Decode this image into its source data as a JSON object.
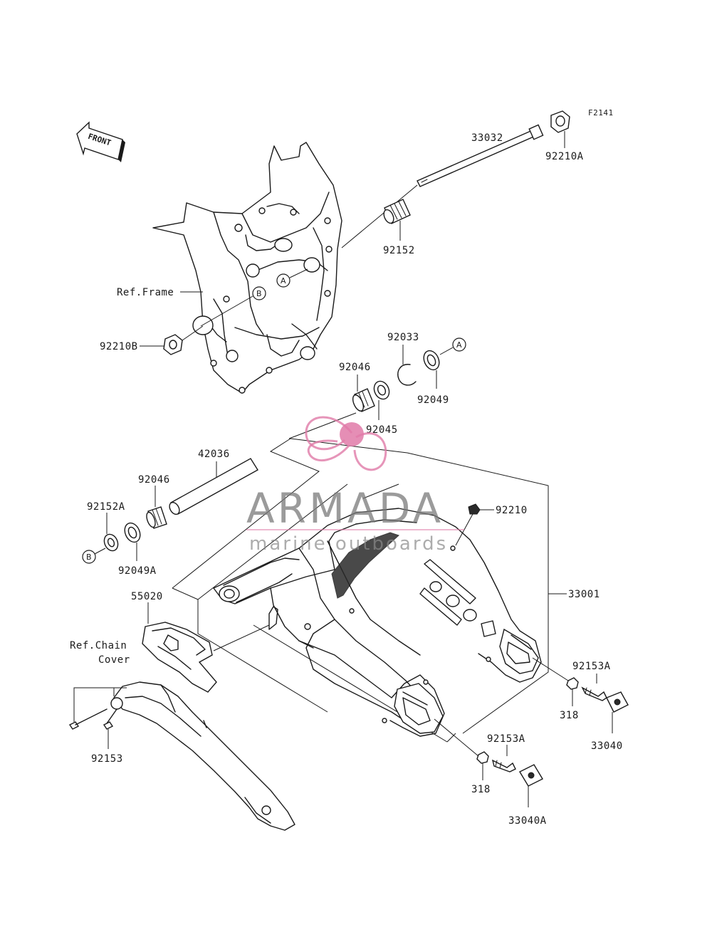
{
  "diagram": {
    "figure_code": "F2141",
    "front_arrow_label": "FRONT",
    "parts": {
      "p33032": "33032",
      "p92210A": "92210A",
      "p92152": "92152",
      "refFrame": "Ref.Frame",
      "p92210B": "92210B",
      "p92033": "92033",
      "p92049": "92049",
      "p92046_top": "92046",
      "p92045": "92045",
      "p42036": "42036",
      "p92046_left": "92046",
      "p92152A": "92152A",
      "p92049A": "92049A",
      "p92210": "92210",
      "p33001": "33001",
      "p55020": "55020",
      "refChain1": "Ref.Chain",
      "refChain2": "Cover",
      "p92153": "92153",
      "p92153A_right": "92153A",
      "p318_right": "318",
      "p33040": "33040",
      "p92153A_bottom": "92153A",
      "p318_bottom": "318",
      "p33040A": "33040A"
    },
    "ref_markers": {
      "a1": "A",
      "b1": "B",
      "a2": "A",
      "b2": "B"
    },
    "watermark": {
      "title": "ARMADA",
      "subtitle": "marine outboards",
      "logo_color": "#e07aa8"
    }
  }
}
